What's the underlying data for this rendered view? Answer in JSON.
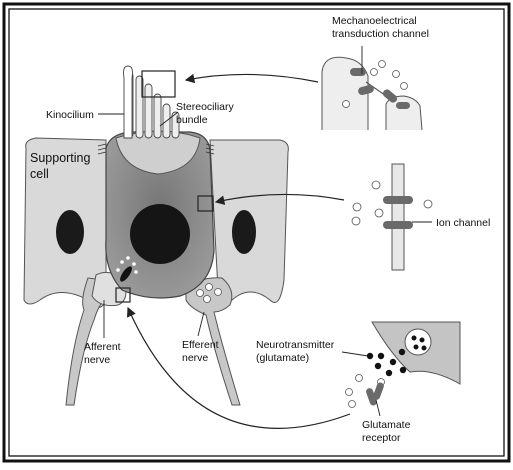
{
  "labels": {
    "mechano_line1": "Mechanoelectrical",
    "mechano_line2": "transduction channel",
    "kinocilium": "Kinocilium",
    "stereo_line1": "Stereociliary",
    "stereo_line2": "bundle",
    "supporting_line1": "Supporting",
    "supporting_line2": "cell",
    "ion_channel": "Ion channel",
    "afferent_line1": "Afferent",
    "afferent_line2": "nerve",
    "efferent_line1": "Efferent",
    "efferent_line2": "nerve",
    "neuro_line1": "Neurotransmitter",
    "neuro_line2": "(glutamate)",
    "glut_line1": "Glutamate",
    "glut_line2": "receptor"
  },
  "colors": {
    "frame": "#111111",
    "supporting_cell": "#d8d8d8",
    "hair_cell": "#8a8a8a",
    "nucleus": "#1a1a1a",
    "channel": "#6a6a6a",
    "outline": "#444444"
  }
}
